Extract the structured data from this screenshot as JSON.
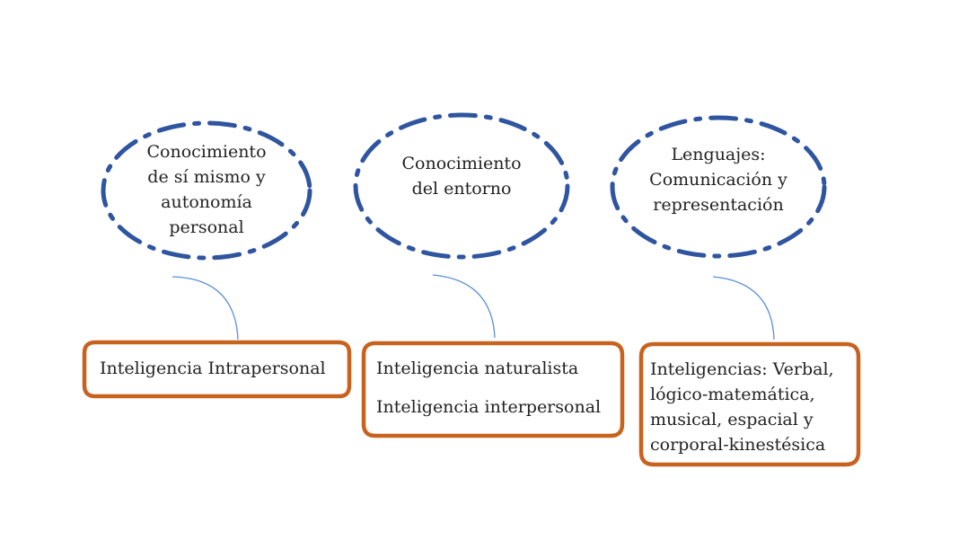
{
  "colors": {
    "ellipse_stroke": "#2f55a0",
    "connector": "#5b8fd6",
    "box_stroke": "#c8621f",
    "text": "#222222"
  },
  "areas": [
    {
      "label_lines": [
        "Conocimiento",
        "de sí mismo y",
        "autonomía",
        "personal"
      ],
      "intelligences": [
        "Inteligencia Intrapersonal"
      ]
    },
    {
      "label_lines": [
        "Conocimiento",
        "del entorno"
      ],
      "intelligences": [
        "Inteligencia naturalista",
        "Inteligencia interpersonal"
      ]
    },
    {
      "label_lines": [
        "Lenguajes:",
        "Comunicación y",
        "representación"
      ],
      "intelligences_lines": [
        "Inteligencias: Verbal,",
        "lógico-matemática,",
        "musical, espacial y",
        "corporal-kinestésica"
      ]
    }
  ]
}
